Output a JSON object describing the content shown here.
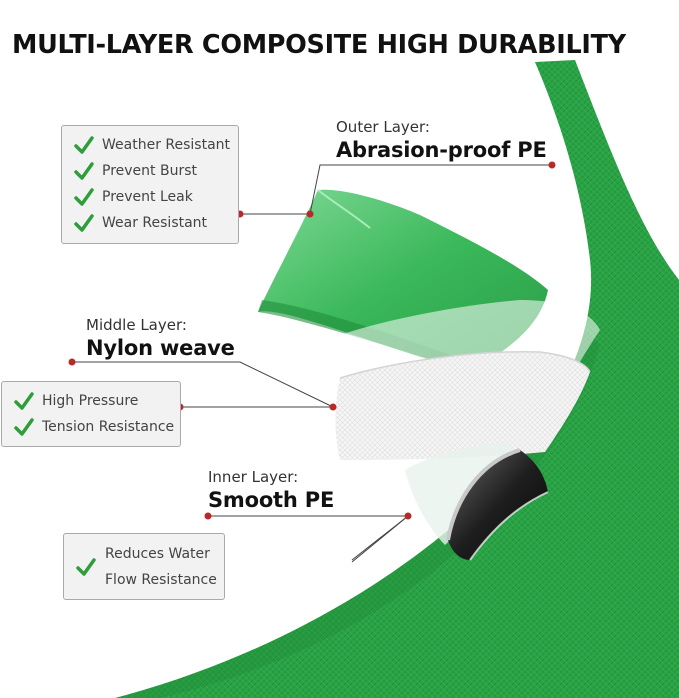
{
  "title": "MULTI-LAYER COMPOSITE HIGH DURABILITY",
  "colors": {
    "hose_green": "#2fa84a",
    "check_green": "#2e9e3a",
    "marker_red": "#b82a2a",
    "box_bg": "#f2f2f2"
  },
  "layers": {
    "outer": {
      "small": "Outer Layer:",
      "big": "Abrasion-proof PE"
    },
    "middle": {
      "small": "Middle Layer:",
      "big": "Nylon weave"
    },
    "inner": {
      "small": "Inner Layer:",
      "big": "Smooth PE"
    }
  },
  "outer_features": [
    "Weather Resistant",
    "Prevent Burst",
    "Prevent Leak",
    "Wear Resistant"
  ],
  "middle_features": [
    "High Pressure",
    "Tension Resistance"
  ],
  "inner_features": [
    "Reduces Water",
    "Flow Resistance"
  ],
  "icons": {
    "check": "check-icon",
    "marker": "marker-dot-icon"
  }
}
